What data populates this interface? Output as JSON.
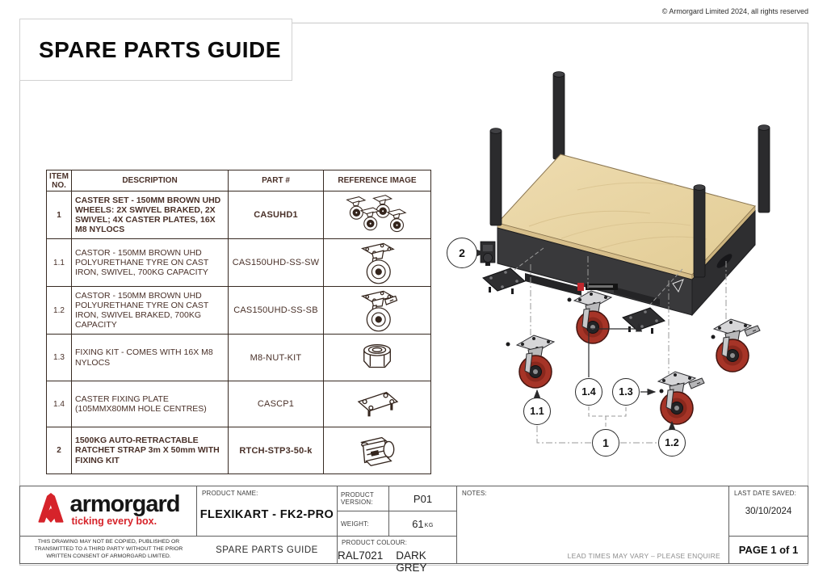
{
  "copyright": "© Armorgard Limited 2024, all rights reserved",
  "title": "SPARE PARTS GUIDE",
  "parts_table": {
    "headers": [
      "ITEM NO.",
      "DESCRIPTION",
      "PART #",
      "REFERENCE IMAGE"
    ],
    "rows": [
      {
        "item": "1",
        "description": "CASTER SET - 150MM BROWN UHD WHEELS: 2X SWIVEL BRAKED, 2X SWIVEL; 4X CASTER PLATES, 16X M8 NYLOCS",
        "part": "CASUHD1",
        "image": "caster-set",
        "bold": true
      },
      {
        "item": "1.1",
        "description": "CASTOR - 150MM BROWN UHD POLYURETHANE TYRE ON CAST IRON, SWIVEL, 700KG CAPACITY",
        "part": "CAS150UHD-SS-SW",
        "image": "caster-swivel",
        "bold": false
      },
      {
        "item": "1.2",
        "description": "CASTOR - 150MM BROWN UHD POLYURETHANE TYRE ON CAST IRON, SWIVEL BRAKED, 700KG CAPACITY",
        "part": "CAS150UHD-SS-SB",
        "image": "caster-braked",
        "bold": false
      },
      {
        "item": "1.3",
        "description": "FIXING KIT - COMES WITH 16X M8 NYLOCS",
        "part": "M8-NUT-KIT",
        "image": "nut",
        "bold": false
      },
      {
        "item": "1.4",
        "description": "CASTER FIXING PLATE (105MMX80MM HOLE CENTRES)",
        "part": "CASCP1",
        "image": "plate",
        "bold": false
      },
      {
        "item": "2",
        "description": "1500KG AUTO-RETRACTABLE RATCHET STRAP 3m X 50mm WITH FIXING KIT",
        "part": "RTCH-STP3-50-k",
        "image": "ratchet",
        "bold": true
      }
    ]
  },
  "diagram": {
    "callouts": [
      "2",
      "1.1",
      "1.4",
      "1.3",
      "1",
      "1.2"
    ]
  },
  "footer": {
    "logo_text": "armorgard",
    "logo_tagline": "ticking every box.",
    "disclaimer": "THIS DRAWING MAY NOT BE COPIED, PUBLISHED OR TRANSMITTED TO A THIRD PARTY WITHOUT THE PRIOR WRITTEN CONSENT OF ARMORGARD LIMITED.",
    "product_name_label": "PRODUCT NAME:",
    "product_name": "FLEXIKART - FK2-PRO",
    "doc_type": "SPARE PARTS GUIDE",
    "product_version_label": "PRODUCT VERSION:",
    "product_version": "P01",
    "weight_label": "WEIGHT:",
    "weight_value": "61",
    "weight_unit": "KG",
    "product_colour_label": "PRODUCT COLOUR:",
    "product_colour_code": "RAL7021",
    "product_colour_name": "DARK GREY",
    "notes_label": "NOTES:",
    "lead_times": "LEAD TIMES MAY VARY – PLEASE ENQUIRE",
    "last_saved_label": "LAST DATE SAVED:",
    "last_saved": "30/10/2024",
    "page": "PAGE 1 of 1"
  },
  "colors": {
    "logo_red": "#d6232a",
    "table_ink": "#4a3129",
    "wheel_red": "#a63427",
    "plywood": "#e9d6a6",
    "frame_grey": "#39393b"
  }
}
